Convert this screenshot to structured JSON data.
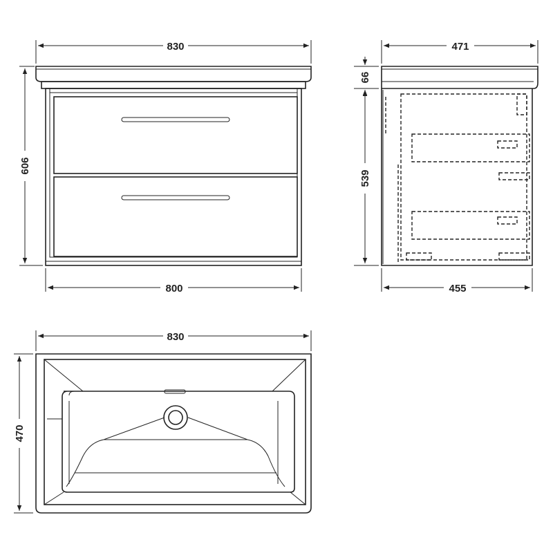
{
  "drawing": {
    "front_view": {
      "top_width": "830",
      "total_height": "606",
      "cabinet_width": "800"
    },
    "side_view": {
      "top_depth": "471",
      "basin_height": "66",
      "cabinet_height": "539",
      "cabinet_depth": "455"
    },
    "plan_view": {
      "basin_width": "830",
      "basin_depth": "470"
    }
  }
}
